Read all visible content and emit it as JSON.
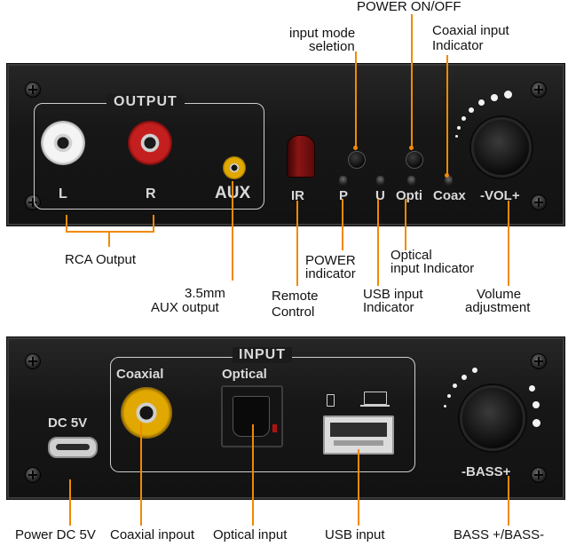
{
  "top_panel": {
    "output_label": "OUTPUT",
    "l_label": "L",
    "r_label": "R",
    "aux_label": "AUX",
    "ir_label": "IR",
    "p_label": "P",
    "u_label": "U",
    "opti_label": "Opti",
    "coax_label": "Coax",
    "vol_label": "-VOL+"
  },
  "bottom_panel": {
    "input_label": "INPUT",
    "coaxial_label": "Coaxial",
    "optical_label": "Optical",
    "dc_label": "DC 5V",
    "bass_label": "-BASS+"
  },
  "callouts": {
    "power_onoff": "POWER ON/OFF",
    "input_mode_1": "input mode",
    "input_mode_2": "seletion",
    "coax_ind_1": "Coaxial input",
    "coax_ind_2": "Indicator",
    "rca_output": "RCA Output",
    "aux_1": "3.5mm",
    "aux_2": "AUX output",
    "remote_1": "Remote",
    "remote_2": "Control",
    "power_ind_1": "POWER",
    "power_ind_2": "indicator",
    "usb_ind_1": "USB input",
    "usb_ind_2": "Indicator",
    "opt_ind_1": "Optical",
    "opt_ind_2": "input Indicator",
    "vol_1": "Volume",
    "vol_2": "adjustment",
    "power_dc": "Power DC 5V",
    "coax_input": "Coaxial inpout",
    "optical_input": "Optical input",
    "usb_input": "USB input",
    "bass": "BASS +/BASS-"
  },
  "colors": {
    "leader": "#f08a00",
    "panel": "#171717",
    "silkscreen": "#d9d9d9"
  }
}
